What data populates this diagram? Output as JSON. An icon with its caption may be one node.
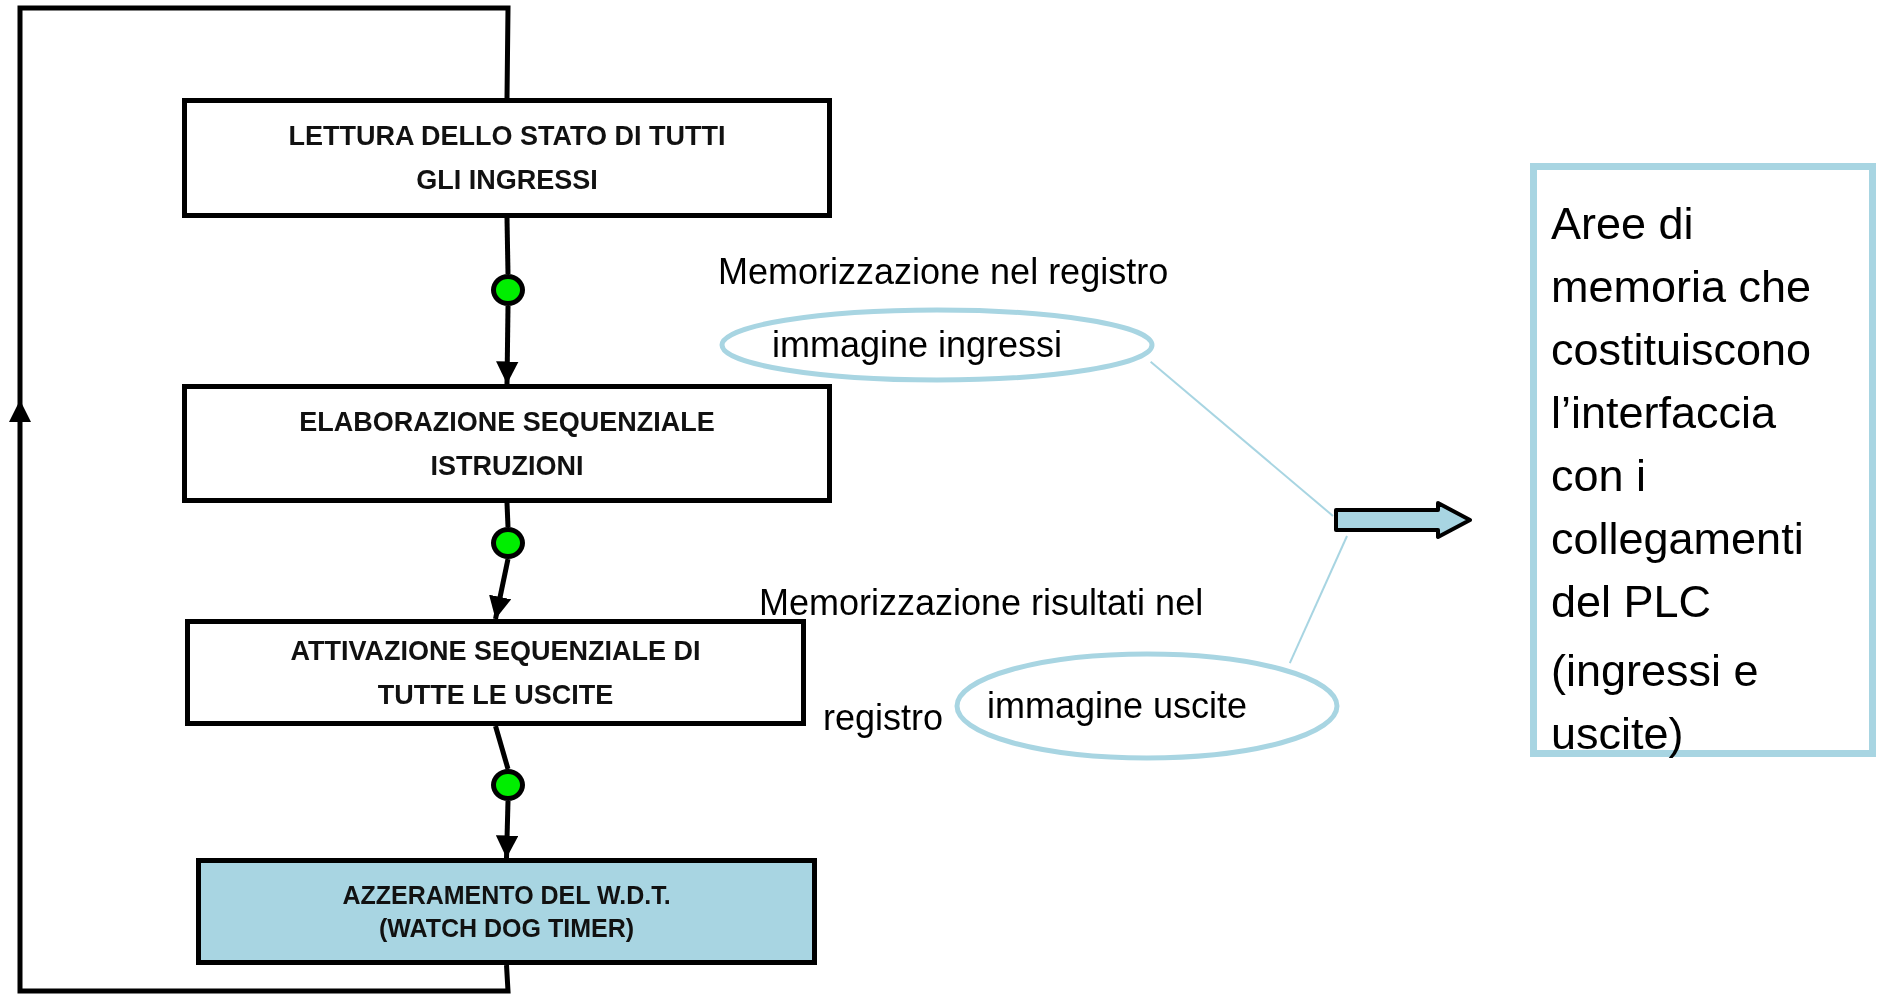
{
  "diagram": {
    "nodes": [
      {
        "text": [
          "LETTURA DELLO STATO DI TUTTI GLI INGRESSI"
        ]
      },
      {
        "text": [],
        "shape": "circle"
      },
      {
        "text": [
          "ELABORAZIONE SEQUENZIALE ISTRUZIONI"
        ]
      },
      {
        "text": [],
        "shape": "circle"
      },
      {
        "text": [
          "ATTIVAZIONE SEQUENZIALE DI TUTTE LE USCITE"
        ]
      },
      {
        "text": [],
        "shape": "circle"
      },
      {
        "text": [
          "AZZERAMENTO DEL W.D.T. (WATCH DOG TIMER)"
        ]
      },
      {
        "text": [
          "immagine ingressi"
        ]
      },
      {
        "text": [
          "immagine uscite"
        ]
      },
      {
        "text": [],
        "shape": "arrow"
      },
      {
        "text": [
          "Aree di memoria che costituiscono l’interfaccia con i collegamenti del PLC",
          "(ingressi e uscite)"
        ]
      }
    ],
    "edges": [
      {
        "from": 0,
        "to": 1,
        "arrow": "none"
      },
      {
        "from": 1,
        "to": 2,
        "arrow": "to"
      },
      {
        "from": 2,
        "to": 3,
        "arrow": "none"
      },
      {
        "from": 3,
        "to": 4,
        "arrow": "to"
      },
      {
        "from": 4,
        "to": 5,
        "arrow": "none"
      },
      {
        "from": 5,
        "to": 6,
        "arrow": "to"
      },
      {
        "from": 6,
        "to": 0,
        "arrow": "to"
      },
      {
        "from": 7,
        "to": 9,
        "arrow": "none",
        "color": "#a8d5e2"
      },
      {
        "from": 8,
        "to": 9,
        "arrow": "none",
        "color": "#a8d5e2"
      }
    ],
    "labels": [
      "Memorizzazione nel registro",
      "Memorizzazione risultati nel",
      "registro"
    ]
  }
}
